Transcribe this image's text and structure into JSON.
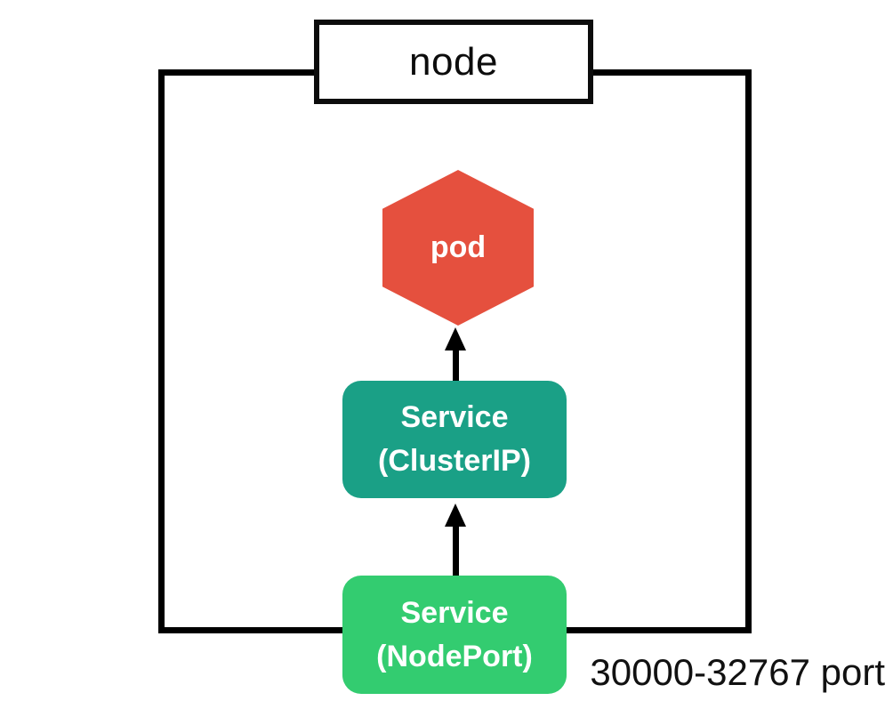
{
  "diagram": {
    "title_semantic": "Kubernetes NodePort service flow",
    "node": {
      "label": "node"
    },
    "pod": {
      "label": "pod"
    },
    "cluster_service": {
      "line1": "Service",
      "line2": "(ClusterIP)"
    },
    "nodeport_service": {
      "line1": "Service",
      "line2": "(NodePort)"
    },
    "port_range": {
      "label": "30000-32767 port"
    },
    "arrows": [
      {
        "name": "nodeport-to-cluster",
        "direction": "up"
      },
      {
        "name": "cluster-to-pod",
        "direction": "up"
      }
    ],
    "colors": {
      "pod_fill": "#e5503e",
      "cluster_service_fill": "#1aa086",
      "nodeport_service_fill": "#33cc70",
      "outline": "#000000",
      "label_on_fill": "#ffffff",
      "text": "#111111",
      "background": "#ffffff"
    }
  }
}
